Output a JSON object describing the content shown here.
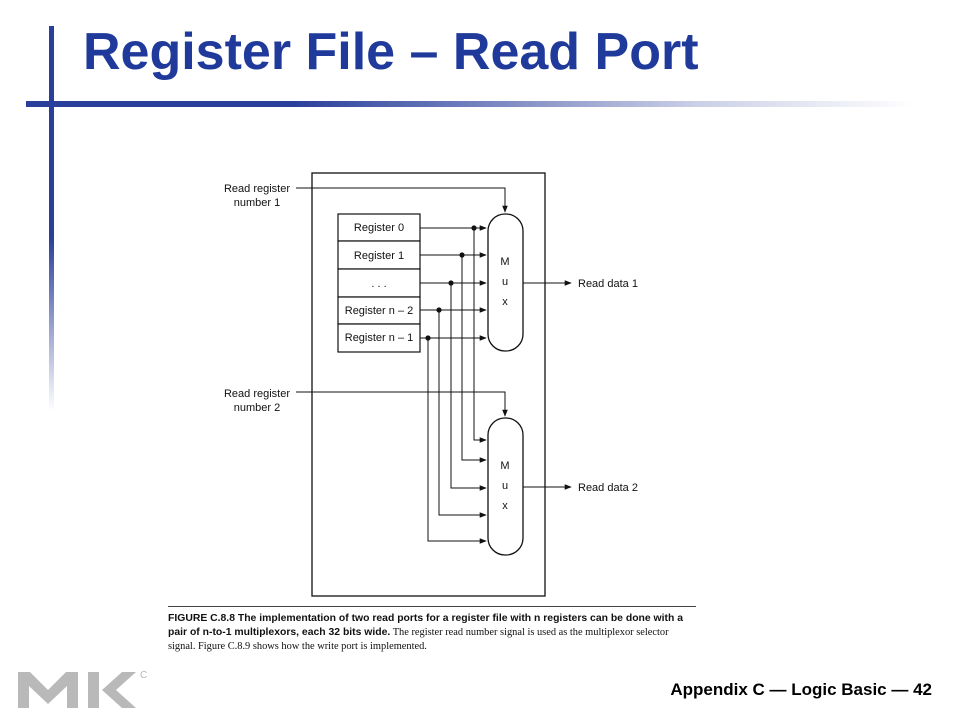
{
  "slide": {
    "title": "Register File – Read Port",
    "footer": "Appendix C — Logic Basic — 42",
    "accent_color": "#1f3a9a"
  },
  "diagram": {
    "inputs": {
      "read_register_1": [
        "Read register",
        "number 1"
      ],
      "read_register_2": [
        "Read register",
        "number 2"
      ]
    },
    "registers": [
      "Register 0",
      "Register 1",
      ". . .",
      "Register n – 2",
      "Register n – 1"
    ],
    "mux_letters": [
      "M",
      "u",
      "x"
    ],
    "outputs": [
      "Read data 1",
      "Read data 2"
    ]
  },
  "caption": {
    "bold": "FIGURE C.8.8 The implementation of two read ports for a register file with n registers can be done with a pair of n-to-1 multiplexors, each 32 bits wide.",
    "text": " The register read number signal is used as the multiplexor selector signal. Figure C.8.9 shows how the write port is implemented."
  },
  "logo": {
    "name": "mk-logo-icon"
  }
}
